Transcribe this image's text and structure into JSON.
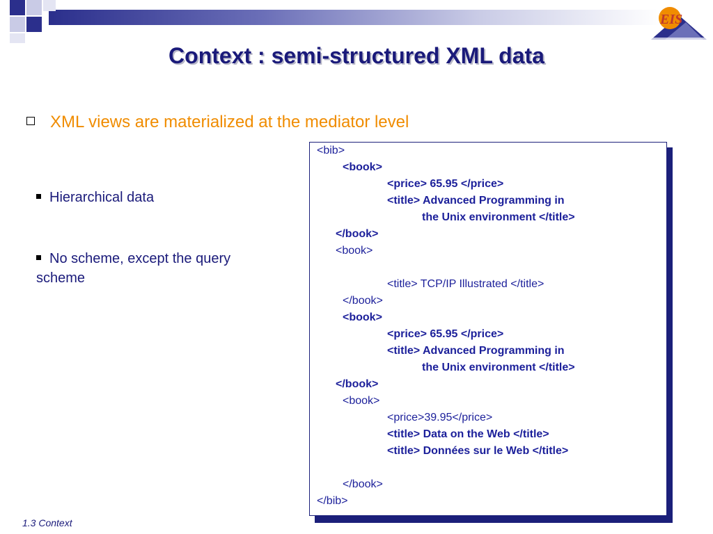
{
  "slide": {
    "title": "Context : semi-structured XML data",
    "main_bullet": "XML views are materialized at the mediator level",
    "sub_bullets": [
      {
        "line1": "Hierarchical data"
      },
      {
        "line1": "No scheme, except the query",
        "line2": "scheme"
      }
    ],
    "footer": "1.3 Context"
  },
  "code_lines": [
    {
      "text": "<bib>",
      "bold": false
    },
    {
      "text": "<book>",
      "bold": true
    },
    {
      "text": "<price> 65.95 </price>",
      "bold": true
    },
    {
      "text": "<title> Advanced Programming in",
      "bold": true
    },
    {
      "text": "the Unix environment </title>",
      "bold": true
    },
    {
      "text": "</book>",
      "bold": true
    },
    {
      "text": "<book>",
      "bold": false
    },
    {
      "text": "<title> TCP/IP Illustrated </title>",
      "bold": false
    },
    {
      "text": "</book>",
      "bold": false
    },
    {
      "text": "<book>",
      "bold": true
    },
    {
      "text": "<price> 65.95 </price>",
      "bold": true
    },
    {
      "text": "<title> Advanced Programming in",
      "bold": true
    },
    {
      "text": "the Unix environment </title>",
      "bold": true
    },
    {
      "text": "</book>",
      "bold": true
    },
    {
      "text": "<book>",
      "bold": false
    },
    {
      "text": "<price>39.95</price>",
      "bold": false
    },
    {
      "text": "<title> Data on the Web </title>",
      "bold": true
    },
    {
      "text": "<title> Données sur le Web </title>",
      "bold": true
    },
    {
      "text": "</book>",
      "bold": false
    },
    {
      "text": "</bib>",
      "bold": false
    }
  ],
  "colors": {
    "title": "#1a1a7a",
    "accent": "#f08c00",
    "code": "#1b1f9a",
    "frame": "#1b1f7a"
  },
  "logo": {
    "label": "EIS"
  }
}
